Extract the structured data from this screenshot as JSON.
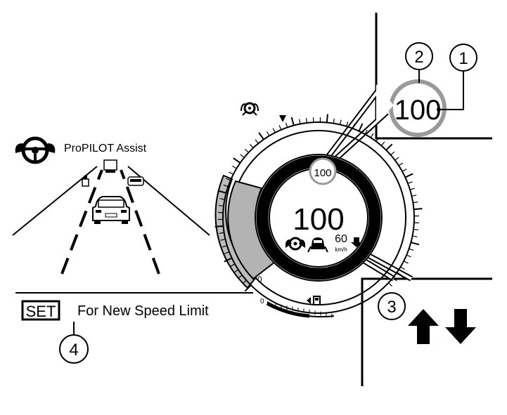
{
  "propilot": {
    "label": "ProPILOT Assist"
  },
  "meter": {
    "speed_limit_badge": "100",
    "set_speed": "100",
    "distance_speed": "60",
    "distance_unit": "km/h",
    "scale_zero_outer": "0",
    "scale_zero_inner": "0"
  },
  "inset_top": {
    "speed_limit_sign": "100"
  },
  "callouts": {
    "c1": "1",
    "c2": "2",
    "c3": "3",
    "c4": "4"
  },
  "set_panel": {
    "set_label": "SET",
    "description": "For New Speed Limit"
  },
  "icons": [
    "steering-assist-icon",
    "steering-wheel-hands-icon",
    "car-ahead-icon",
    "fuel-icon",
    "arrow-down-icon",
    "up-arrow-icon",
    "down-arrow-icon"
  ]
}
